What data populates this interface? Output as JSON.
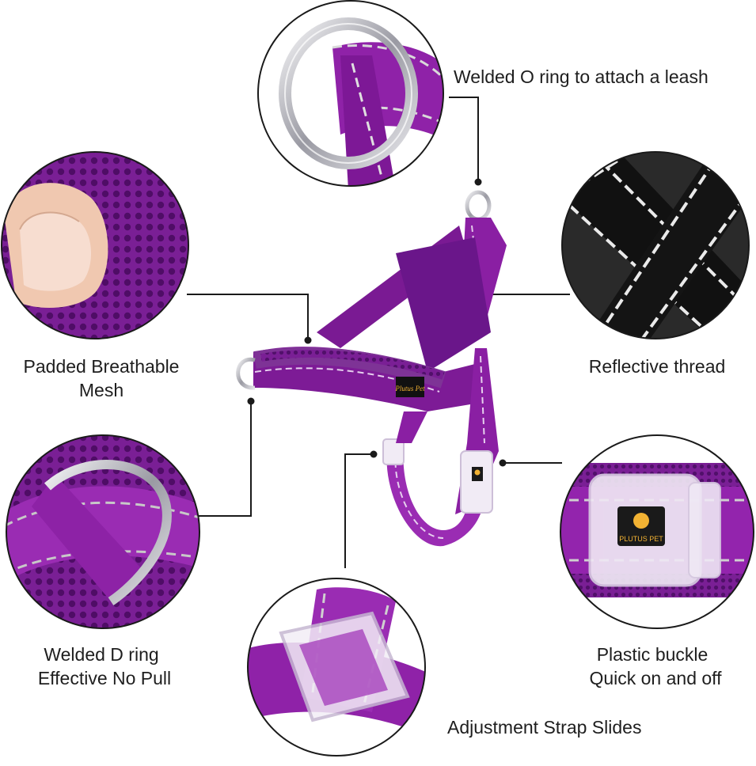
{
  "callouts": {
    "o_ring": {
      "text": "Welded O ring to attach a leash"
    },
    "mesh": {
      "line1": "Padded Breathable",
      "line2": "Mesh"
    },
    "reflective": {
      "text": "Reflective thread"
    },
    "d_ring": {
      "line1": "Welded D ring",
      "line2": "Effective No Pull"
    },
    "buckle": {
      "line1": "Plastic buckle",
      "line2": "Quick on and off"
    },
    "strap": {
      "text": "Adjustment Strap Slides"
    }
  },
  "brand": {
    "harness_tag": "Plutus Pet",
    "buckle_logo": "PLUTUS PET"
  },
  "colors": {
    "purple": "#8a1fa3",
    "purple_dark": "#5e0f78",
    "purple_light": "#b24ccc",
    "mesh": "#6d1a88",
    "black_strap": "#111111",
    "reflective": "#e8e8e8",
    "ring_metal": "#c9c9cf",
    "buckle_clear": "#efe8f4"
  }
}
